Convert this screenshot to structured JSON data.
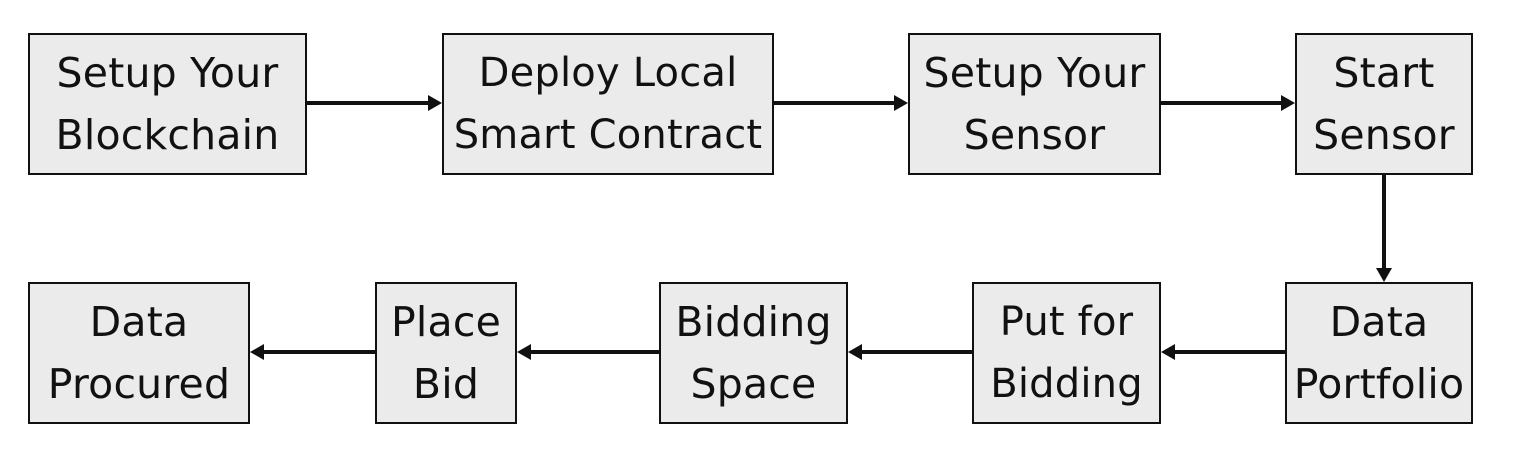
{
  "steps": [
    {
      "line1": "Setup Your",
      "line2": "Blockchain"
    },
    {
      "line1": "Deploy Local",
      "line2": "Smart Contract"
    },
    {
      "line1": "Setup Your",
      "line2": "Sensor"
    },
    {
      "line1": "Start",
      "line2": "Sensor"
    },
    {
      "line1": "Data",
      "line2": "Portfolio"
    },
    {
      "line1": "Put for",
      "line2": "Bidding"
    },
    {
      "line1": "Bidding",
      "line2": "Space"
    },
    {
      "line1": "Place",
      "line2": "Bid"
    },
    {
      "line1": "Data",
      "line2": "Procured"
    }
  ],
  "colors": {
    "box_fill": "#ebebeb",
    "box_border": "#111111",
    "arrow": "#111111",
    "text": "#111111",
    "background": "#ffffff"
  }
}
